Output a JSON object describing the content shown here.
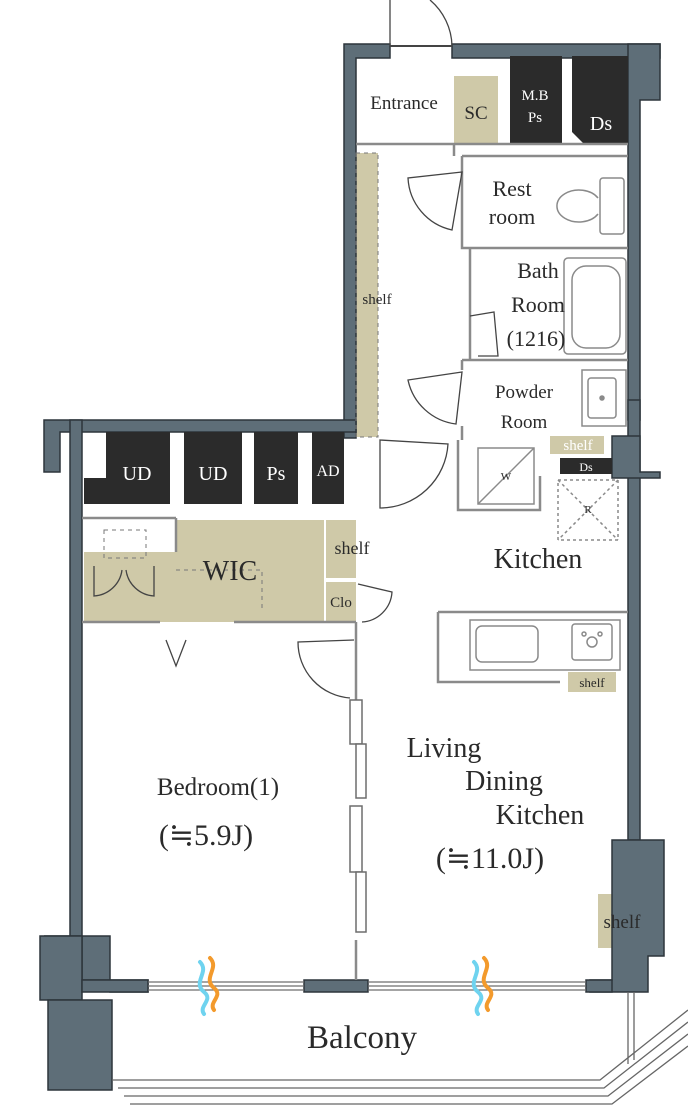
{
  "rooms": {
    "entrance": "Entrance",
    "sc": "SC",
    "mb": "M.B",
    "mb_ps": "Ps",
    "ds_top": "Ds",
    "restroom_1": "Rest",
    "restroom_2": "room",
    "bath_1": "Bath",
    "bath_2": "Room",
    "bath_3": "(1216)",
    "powder_1": "Powder",
    "powder_2": "Room",
    "hall_shelf": "shelf",
    "powder_shelf": "shelf",
    "powder_ds": "Ds",
    "washer": "W",
    "fridge": "R",
    "kitchen": "Kitchen",
    "kitchen_shelf": "shelf",
    "ud1": "UD",
    "ud2": "UD",
    "ps": "Ps",
    "ad": "AD",
    "wic": "WIC",
    "wic_shelf": "shelf",
    "clo": "Clo",
    "bedroom_name": "Bedroom(1)",
    "bedroom_size": "(≒5.9J)",
    "ldk_1": "Living",
    "ldk_2": "Dining",
    "ldk_3": "Kitchen",
    "ldk_size": "(≒11.0J)",
    "ldk_shelf": "shelf",
    "balcony": "Balcony"
  },
  "colors": {
    "wall": "#5e6e78",
    "wall_stroke": "#2d353b",
    "storage": "#cfc9a8",
    "unit_dark": "#2b2b2b",
    "fixture": "#8a8a8a",
    "heat_orange": "#f39a2c",
    "heat_blue": "#6fd3ef"
  }
}
